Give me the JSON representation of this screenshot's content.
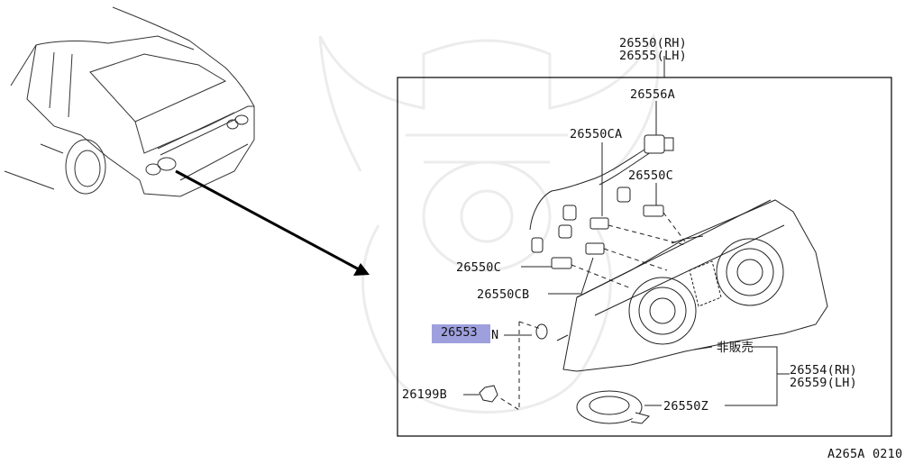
{
  "diagram": {
    "parts": {
      "assembly_rh": "26550(RH)",
      "assembly_lh": "26555(LH)",
      "harness": "26556A",
      "socket_ca": "26550CA",
      "socket_c_upper": "26550C",
      "socket_c_lower": "26550C",
      "socket_cb": "26550CB",
      "nut_highlighted": "26553",
      "nut_suffix": "N",
      "nut_b": "26199B",
      "not_sold": "非販売",
      "lens_rh": "26554(RH)",
      "lens_lh": "26559(LH)",
      "seal": "26550Z"
    },
    "diagram_code": "A265A 0210"
  }
}
